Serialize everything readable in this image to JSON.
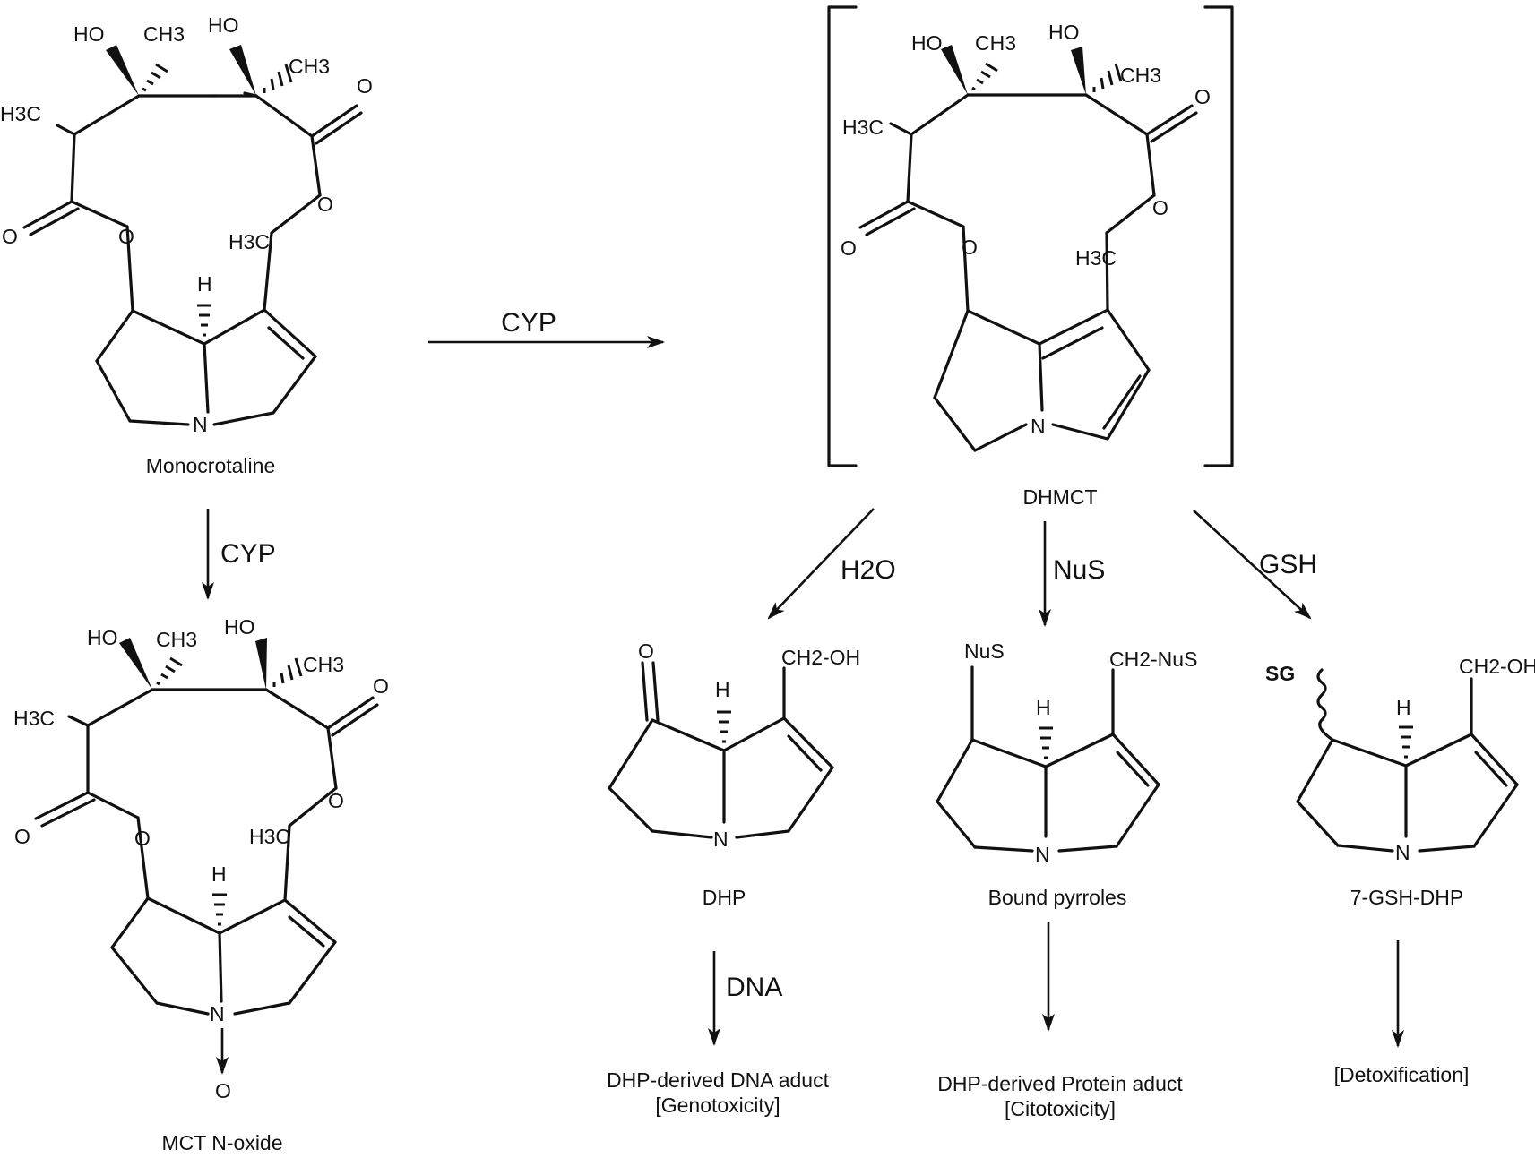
{
  "atoms": {
    "HO": "HO",
    "CH3": "CH3",
    "H3C": "H3C",
    "O": "O",
    "N": "N",
    "H": "H",
    "NuS": "NuS",
    "SG": "SG",
    "CH2OH": "CH2-OH",
    "CH2NuS": "CH2-NuS"
  },
  "compounds": {
    "monocrotaline": "Monocrotaline",
    "dhmct": "DHMCT",
    "n_oxide": "MCT N-oxide",
    "dhp": "DHP",
    "bound_pyrroles": "Bound pyrroles",
    "gsh_dhp": "7-GSH-DHP"
  },
  "reagents": {
    "cyp_right": "CYP",
    "cyp_down": "CYP",
    "water": "H2O",
    "nus": "NuS",
    "gsh": "GSH",
    "dna": "DNA"
  },
  "outcomes": {
    "dna_adduct": "DHP-derived DNA aduct",
    "genotoxicity": "[Genotoxicity]",
    "protein_adduct": "DHP-derived Protein aduct",
    "citotoxicity": "[Citotoxicity]",
    "detox": "[Detoxification]"
  }
}
